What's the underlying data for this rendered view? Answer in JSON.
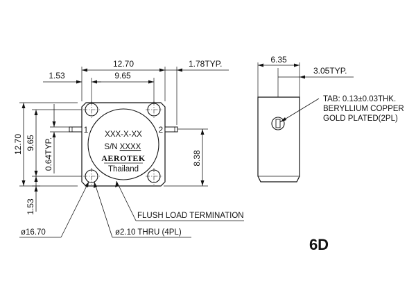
{
  "front_view": {
    "dim_width_overall": "12.70",
    "dim_left_offset": "1.53",
    "dim_hole_spacing_h": "9.65",
    "dim_tab_length": "1.78TYP.",
    "dim_height_overall": "12.70",
    "dim_hole_spacing_v": "9.65",
    "dim_tab_width": "0.64TYP.",
    "dim_tab_height": "8.38",
    "dim_bottom_offset": "1.53",
    "model_text": "XXX-X-XX",
    "serial_label": "S/N",
    "serial_value": "XXXX",
    "brand": "AEROTEK",
    "country": "Thailand",
    "port_1": "1",
    "port_2": "2",
    "callout_flush": "FLUSH LOAD TERMINATION",
    "callout_diameter": "ø16.70",
    "callout_thru": "ø2.10 THRU (4PL)"
  },
  "side_view": {
    "dim_width": "6.35",
    "dim_tab_offset": "3.05TYP.",
    "tab_note_line1": "TAB: 0.13±0.03THK.",
    "tab_note_line2": "BERYLLIUM COPPER",
    "tab_note_line3": "GOLD PLATED(2PL)"
  },
  "model_tag": "6D"
}
